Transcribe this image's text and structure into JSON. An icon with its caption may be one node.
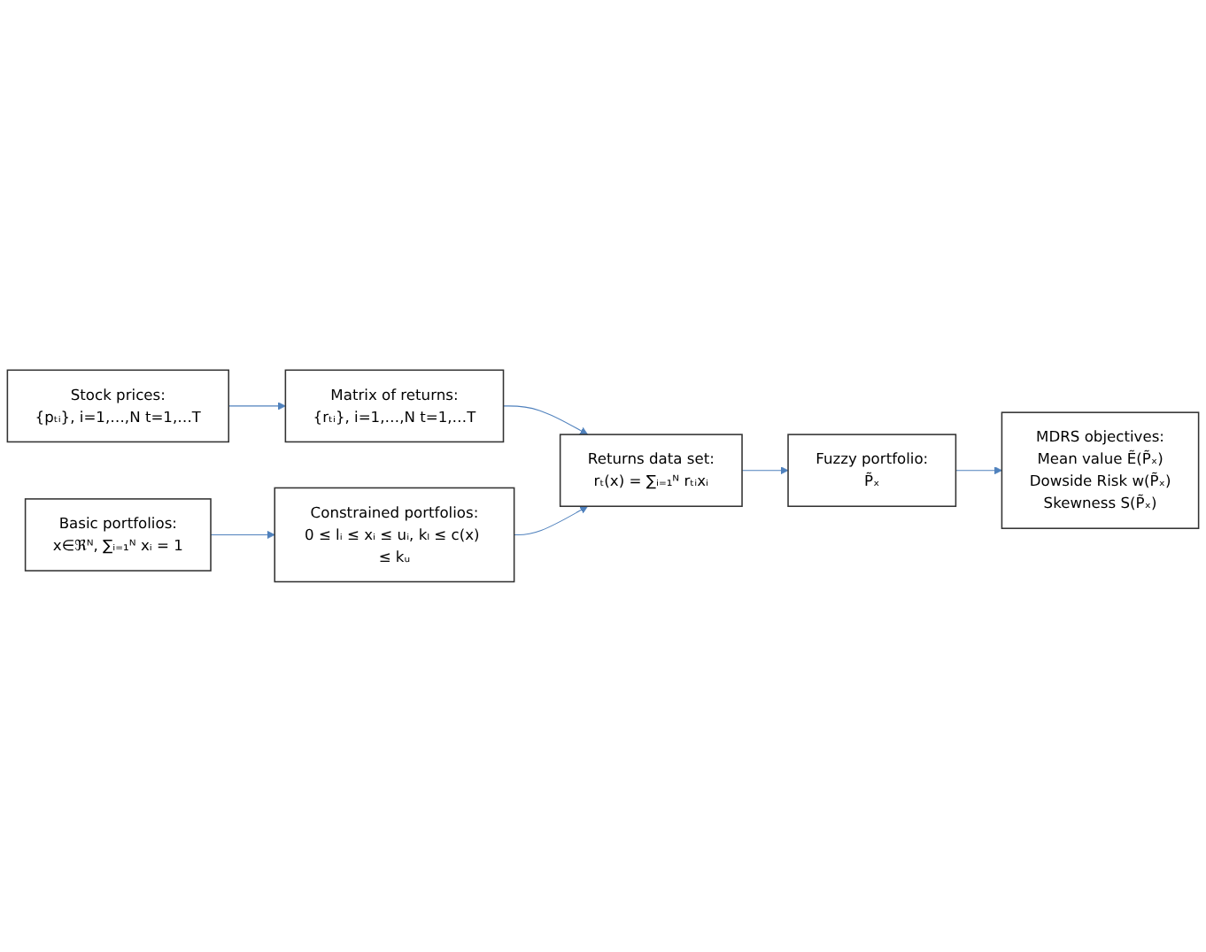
{
  "diagram": {
    "nodes": [
      {
        "text": [
          "Stock prices:",
          "{pₜᵢ}, i=1,…,N t=1,…T"
        ]
      },
      {
        "text": [
          "Matrix of returns:",
          "{rₜᵢ}, i=1,…,N t=1,…T"
        ]
      },
      {
        "text": [
          "Returns data set:",
          "rₜ(x) = ∑ᵢ₌₁ᴺ rₜᵢxᵢ"
        ]
      },
      {
        "text": [
          "Fuzzy portfolio:",
          "P̃ₓ"
        ]
      },
      {
        "text": [
          "MDRS objectives:",
          "Mean value Ẽ(P̃ₓ)",
          "Dowside Risk w(P̃ₓ)",
          "Skewness S(P̃ₓ)"
        ]
      },
      {
        "text": [
          "Constrained portfolios:",
          "0 ≤ lᵢ ≤ xᵢ ≤ uᵢ, kₗ ≤ c(x) ≤ kᵤ"
        ]
      },
      {
        "text": [
          "Basic portfolios:",
          "x∈ℜᴺ, ∑ᵢ₌₁ᴺ xᵢ = 1"
        ]
      }
    ],
    "edges": [
      {
        "from": 0,
        "to": 1,
        "arrow": "to"
      },
      {
        "from": 1,
        "to": 2,
        "arrow": "to"
      },
      {
        "from": 5,
        "to": 2,
        "arrow": "to"
      },
      {
        "from": 6,
        "to": 5,
        "arrow": "to"
      },
      {
        "from": 2,
        "to": 3,
        "arrow": "to"
      },
      {
        "from": 3,
        "to": 4,
        "arrow": "to"
      }
    ]
  }
}
